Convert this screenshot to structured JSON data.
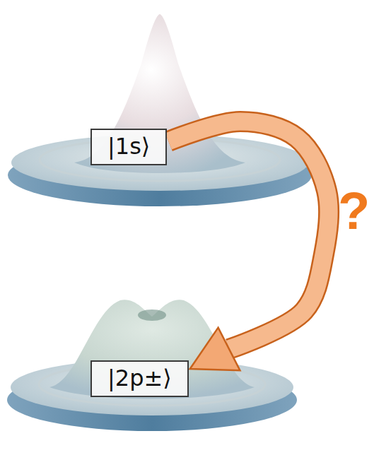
{
  "diagram": {
    "nodes": [
      {
        "text": [
          "|1s⟩"
        ]
      },
      {
        "text": [
          "|2p±⟩"
        ]
      }
    ],
    "edges": [
      {
        "from": 0,
        "to": 1,
        "arrow": "to",
        "label": "?"
      }
    ]
  }
}
